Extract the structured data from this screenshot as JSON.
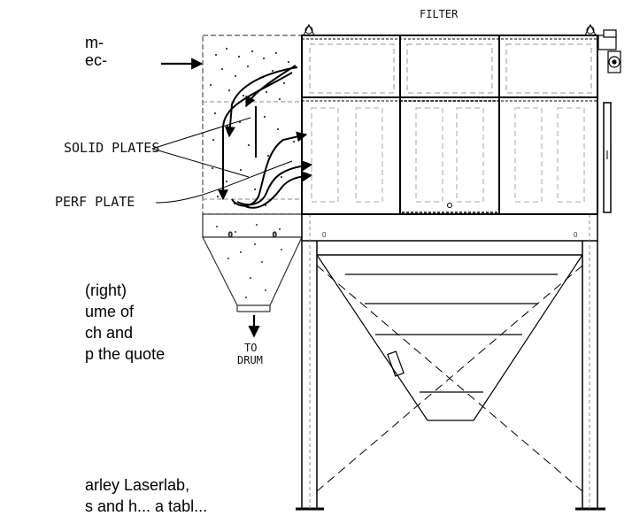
{
  "body_text_fragments": [
    "m-",
    "ec-",
    "(right)",
    "ume of",
    "ch and",
    "p the quote",
    "arley Laserlab,",
    "s and h... a tabl..."
  ],
  "diagram": {
    "label_filter": "FILTER",
    "label_solid_plates": "SOLID PLATES",
    "label_perf_plate": "PERF PLATE",
    "label_to": "TO",
    "label_drum": "DRUM"
  }
}
